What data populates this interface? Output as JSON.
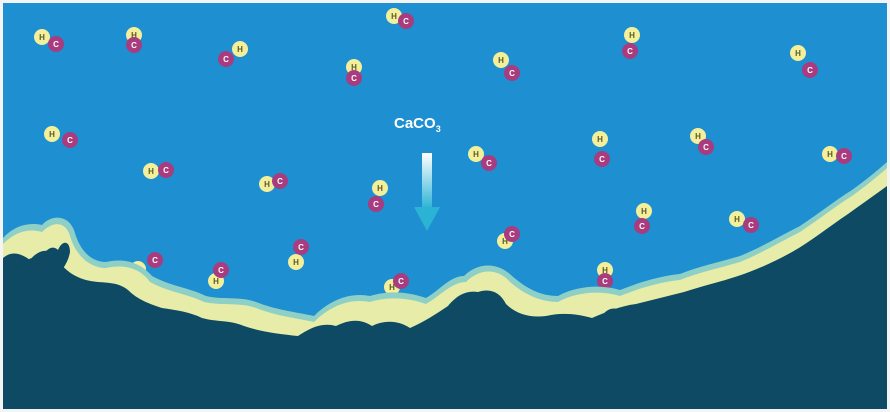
{
  "formula": {
    "main": "CaCO",
    "subscript": "3"
  },
  "atoms": {
    "hydrogen_label": "H",
    "carbon_label": "C"
  },
  "colors": {
    "water": "#1e8fd0",
    "frame": "#f4f4f4",
    "reef_light": "#e7eda8",
    "reef_halo": "#8fd0c6",
    "reef_dark": "#0e4a63",
    "hydrogen": "#f3ef9b",
    "carbon": "#a83c7f",
    "arrow_top": "#ffffff",
    "arrow_bottom": "#2bb3d6"
  },
  "icons": {
    "arrow": "down-arrow-icon",
    "molecule": "hydrocarbon-molecule-icon"
  }
}
